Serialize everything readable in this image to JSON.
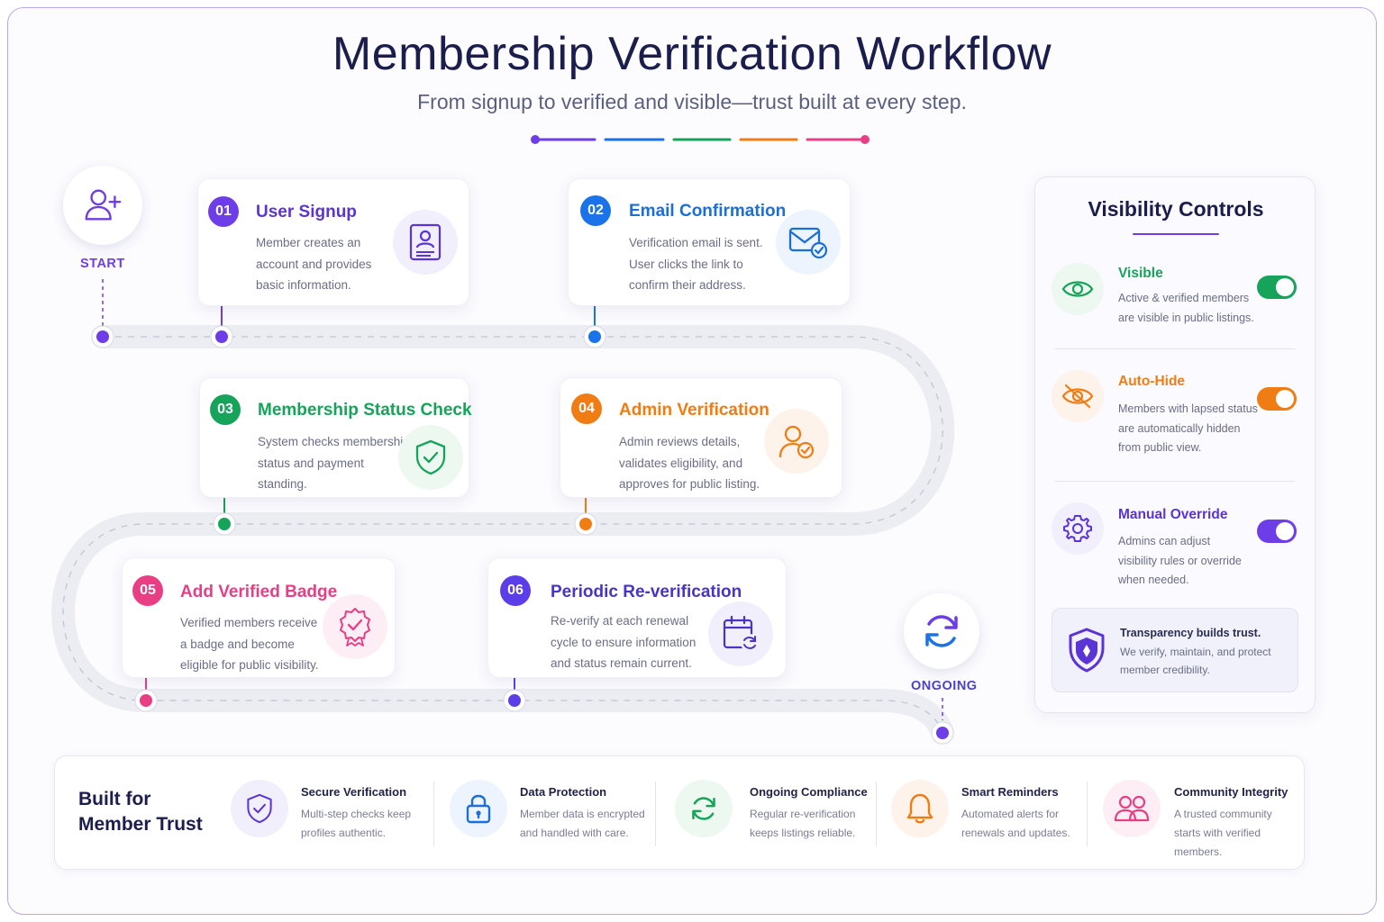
{
  "header": {
    "title": "Membership Verification Workflow",
    "subtitle": "From signup to verified and visible—trust built at every step.",
    "accent_colors": [
      "#6d3ee8",
      "#1a73e8",
      "#16a35a",
      "#f07d14",
      "#e83e83"
    ]
  },
  "start": {
    "label": "START",
    "icon": "user-plus-icon"
  },
  "ongoing": {
    "label": "ONGOING",
    "icon": "refresh-icon"
  },
  "steps": [
    {
      "num": "01",
      "title": "User Signup",
      "desc": "Member creates an account and provides basic information.",
      "color": "#6d3ee8",
      "icon": "id-card-icon"
    },
    {
      "num": "02",
      "title": "Email Confirmation",
      "desc": "Verification email is sent. User clicks the link to confirm their address.",
      "color": "#1a73e8",
      "icon": "mail-check-icon"
    },
    {
      "num": "03",
      "title": "Membership Status Check",
      "desc": "System checks membership status and payment standing.",
      "color": "#16a35a",
      "icon": "shield-check-icon"
    },
    {
      "num": "04",
      "title": "Admin Verification",
      "desc": "Admin reviews details, validates eligibility, and approves for public listing.",
      "color": "#f07d14",
      "icon": "user-check-icon"
    },
    {
      "num": "05",
      "title": "Add Verified Badge",
      "desc": "Verified members receive a badge and become eligible for public visibility.",
      "color": "#e83e83",
      "icon": "badge-icon"
    },
    {
      "num": "06",
      "title": "Periodic Re-verification",
      "desc": "Re-verify at each renewal cycle to ensure information and status remain current.",
      "color": "#5b3ee8",
      "icon": "calendar-refresh-icon"
    }
  ],
  "visibility": {
    "title": "Visibility Controls",
    "controls": [
      {
        "title": "Visible",
        "desc": "Active & verified members are visible in public listings.",
        "color": "#16a35a",
        "icon": "eye-icon",
        "on": true
      },
      {
        "title": "Auto-Hide",
        "desc": "Members with lapsed status are automatically hidden from public view.",
        "color": "#f07d14",
        "icon": "eye-off-icon",
        "on": true
      },
      {
        "title": "Manual Override",
        "desc": "Admins can adjust visibility rules or override when needed.",
        "color": "#6d3ee8",
        "icon": "gear-icon",
        "on": true
      }
    ],
    "trust": {
      "title": "Transparency builds trust.",
      "desc": "We verify, maintain, and protect member credibility.",
      "icon": "shield-icon"
    }
  },
  "footer": {
    "heading_line1": "Built for",
    "heading_line2": "Member Trust",
    "features": [
      {
        "title": "Secure Verification",
        "desc": "Multi-step checks keep profiles authentic.",
        "color": "#6d3ee8",
        "icon": "shield-check-icon"
      },
      {
        "title": "Data Protection",
        "desc": "Member data is encrypted and handled with care.",
        "color": "#1a73e8",
        "icon": "lock-icon"
      },
      {
        "title": "Ongoing Compliance",
        "desc": "Regular re-verification keeps listings reliable.",
        "color": "#16a35a",
        "icon": "refresh-icon"
      },
      {
        "title": "Smart Reminders",
        "desc": "Automated alerts for renewals and updates.",
        "color": "#f07d14",
        "icon": "bell-icon"
      },
      {
        "title": "Community Integrity",
        "desc": "A trusted community starts with verified members.",
        "color": "#e83e83",
        "icon": "users-icon"
      }
    ]
  }
}
